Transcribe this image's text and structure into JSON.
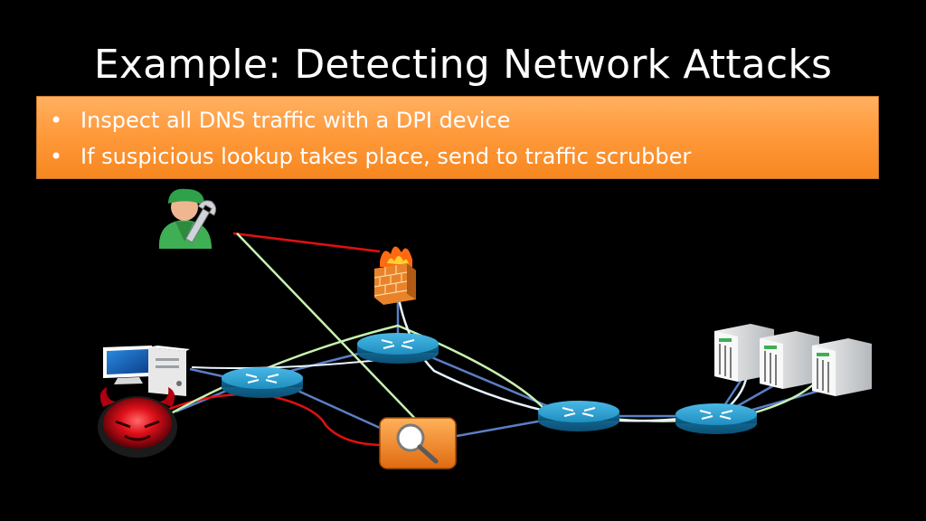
{
  "slide": {
    "title": "Example: Detecting Network Attacks",
    "bullets": [
      "Inspect all DNS traffic with a DPI device",
      "If suspicious lookup takes place, send to traffic scrubber"
    ]
  },
  "colors": {
    "callout": "#ff9a3c",
    "router": "#1e8fc0",
    "link": "#5b7fc4",
    "red_path": "#e01010",
    "green_path": "#c8f0b0",
    "white_path": "#e8f4ff"
  },
  "icons": {
    "operator": "operator-icon",
    "firewall": "firewall-icon",
    "workstation": "workstation-icon",
    "attacker": "attacker-icon",
    "dpi": "dpi-device-icon",
    "servers": "server-icon",
    "routers": "router-icon"
  }
}
